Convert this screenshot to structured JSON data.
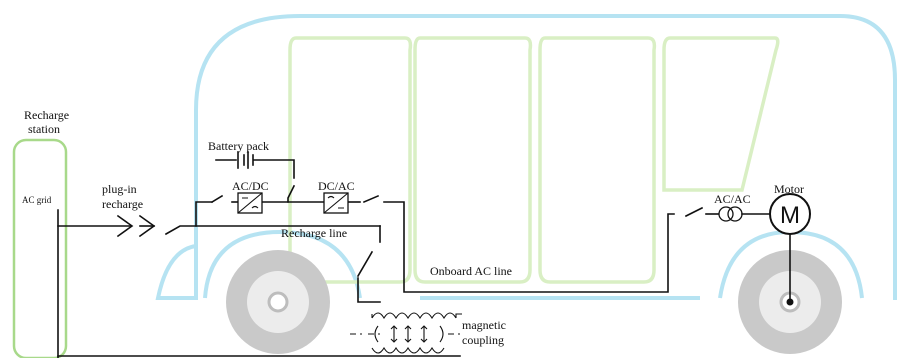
{
  "labels": {
    "recharge_station_line1": "Recharge",
    "recharge_station_line2": "station",
    "ac_grid": "AC grid",
    "plug_in_line1": "plug-in",
    "plug_in_line2": "recharge",
    "battery_pack": "Battery pack",
    "ac_dc": "AC/DC",
    "dc_ac": "DC/AC",
    "recharge_line": "Recharge line",
    "onboard_ac_line": "Onboard AC line",
    "ac_ac": "AC/AC",
    "motor": "Motor",
    "motor_symbol": "M",
    "magnetic_line1": "magnetic",
    "magnetic_line2": "coupling"
  },
  "colors": {
    "vehicle_outline": "#b6e3f2",
    "windows": "#d9efc4",
    "station": "#a8d98a",
    "wheel_tire": "#c9c9c9",
    "wheel_hub": "#ececec",
    "wiring": "#111111"
  },
  "icons": {
    "converter": "converter-box-icon",
    "switch": "open-switch-icon",
    "battery": "battery-icon",
    "transformer": "transformer-icon",
    "motor": "motor-icon",
    "plug": "plug-chevron-icon",
    "coil": "coil-icon"
  }
}
